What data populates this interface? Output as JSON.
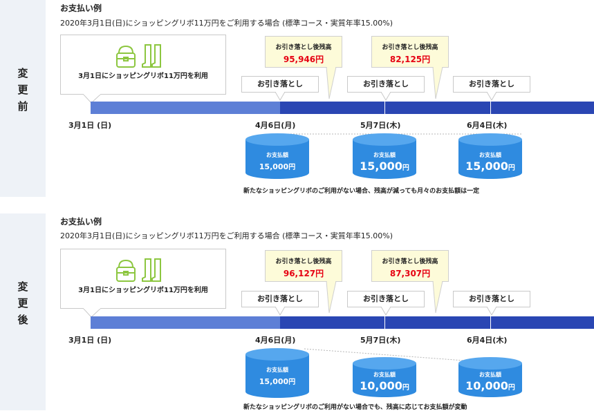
{
  "before": {
    "side_label": [
      "変",
      "更",
      "前"
    ],
    "title": "お支払い例",
    "subtitle": "2020年3月1日(日)にショッピングリボ11万円をご利用する場合 (標準コース・実質年率15.00%)",
    "usage_text": "3月1日にショッピングリボ11万円を利用",
    "balances": [
      {
        "label": "お引き落とし後残高",
        "value": "95,946円"
      },
      {
        "label": "お引き落とし後残高",
        "value": "82,125円"
      }
    ],
    "withdrawal_label": "お引き落とし",
    "dates": [
      "3月1日 (日)",
      "4月6日(月)",
      "5月7日(木)",
      "6月4日(木)"
    ],
    "payments": [
      {
        "label": "お支払額",
        "amount": "15,000",
        "yen": "円"
      },
      {
        "label": "お支払額",
        "amount": "15,000",
        "yen": "円"
      },
      {
        "label": "お支払額",
        "amount": "15,000",
        "yen": "円"
      }
    ],
    "note": "新たなショッピングリボのご利用がない場合、残高が減っても月々のお支払額は一定"
  },
  "after": {
    "side_label": [
      "変",
      "更",
      "後"
    ],
    "title": "お支払い例",
    "subtitle": "2020年3月1日(日)にショッピングリボ11万円をご利用する場合 (標準コース・実質年率15.00%)",
    "usage_text": "3月1日にショッピングリボ11万円を利用",
    "balances": [
      {
        "label": "お引き落とし後残高",
        "value": "96,127円"
      },
      {
        "label": "お引き落とし後残高",
        "value": "87,307円"
      }
    ],
    "withdrawal_label": "お引き落とし",
    "dates": [
      "3月1日 (日)",
      "4月6日(月)",
      "5月7日(木)",
      "6月4日(木)"
    ],
    "payments": [
      {
        "label": "お支払額",
        "amount": "15,000",
        "yen": "円"
      },
      {
        "label": "お支払額",
        "amount": "10,000",
        "yen": "円"
      },
      {
        "label": "お支払額",
        "amount": "10,000",
        "yen": "円"
      }
    ],
    "note": "新たなショッピングリボのご利用がない場合でも、残高に応じてお支払額が変動"
  },
  "colors": {
    "bar_light": "#5d7fd6",
    "bar_dark": "#2a46b3",
    "cylinder": "#2f8be0",
    "cylinder_top": "#56a7ee",
    "balance_red": "#e60012",
    "balance_bg": "#fdfbd9",
    "icon_green": "#8cc63f"
  },
  "icons": [
    "bag-icon",
    "boots-icon"
  ]
}
